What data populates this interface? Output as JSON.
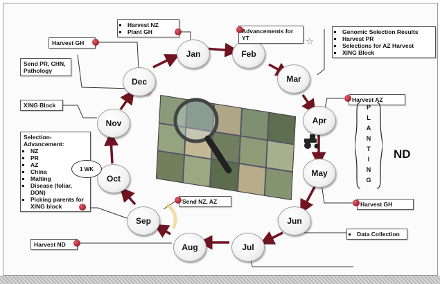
{
  "months": [
    {
      "id": "jan",
      "label": "Jan"
    },
    {
      "id": "feb",
      "label": "Feb"
    },
    {
      "id": "mar",
      "label": "Mar"
    },
    {
      "id": "apr",
      "label": "Apr"
    },
    {
      "id": "may",
      "label": "May"
    },
    {
      "id": "jun",
      "label": "Jun"
    },
    {
      "id": "jul",
      "label": "Jul"
    },
    {
      "id": "aug",
      "label": "Aug"
    },
    {
      "id": "sep",
      "label": "Sep"
    },
    {
      "id": "oct",
      "label": "Oct"
    },
    {
      "id": "nov",
      "label": "Nov"
    },
    {
      "id": "dec",
      "label": "Dec"
    }
  ],
  "boxes": {
    "jan": [
      "Harvest NZ",
      "Plant GH"
    ],
    "feb": "Advancements for YT",
    "mar": [
      "Genomic Selection Results",
      "Harvest PR",
      "Selections for AZ Harvest",
      "XING Block"
    ],
    "apr": "Harvest AZ",
    "may": "Harvest GH",
    "jul": "Data Collection",
    "aug": "Harvest ND",
    "sep": "Send NZ, AZ",
    "oct_title": "Selection-Advancement:",
    "oct_items": [
      "NZ",
      "PR",
      "AZ",
      "China",
      "Malting",
      "Disease (foliar, DON)",
      "Picking parents for XING block"
    ],
    "nov": "XING Block",
    "dec": "Send PR, CHN, Pathology",
    "gh": "Harvest GH"
  },
  "wk_label": "1 WK",
  "planting_letters": [
    "P",
    "L",
    "A",
    "N",
    "T",
    "I",
    "N",
    "G"
  ],
  "planting_location": "ND",
  "colors": {
    "arrow": "#6f1420",
    "dot": "#a01e2a",
    "line": "#333333"
  }
}
